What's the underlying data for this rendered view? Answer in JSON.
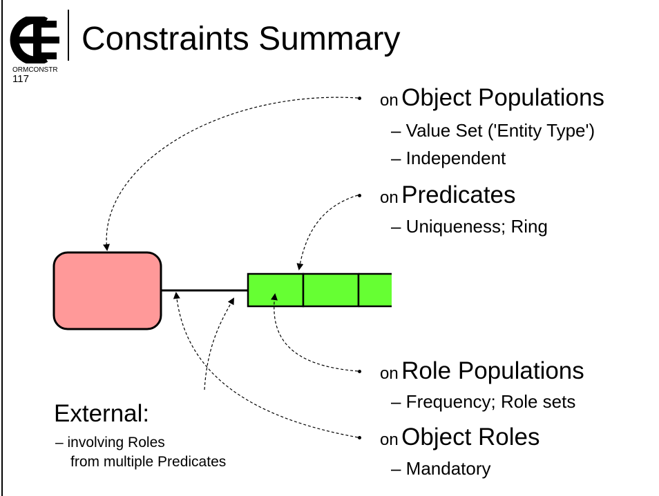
{
  "slide": {
    "title": "Constraints Summary",
    "code": "ORMCONSTR",
    "number": "117"
  },
  "colors": {
    "object_type_fill": "#ff9999",
    "predicate_fill": "#66ff33",
    "line": "#000000"
  },
  "bullets": [
    {
      "on": "on",
      "heading": "Object Populations",
      "subs": [
        "– Value Set ('Entity Type')",
        "– Independent"
      ]
    },
    {
      "on": "on",
      "heading": "Predicates",
      "subs": [
        "– Uniqueness; Ring"
      ]
    },
    {
      "on": "on",
      "heading": "Role Populations",
      "subs": [
        "– Frequency; Role sets"
      ]
    },
    {
      "on": "on",
      "heading": "Object Roles",
      "subs": [
        "– Mandatory"
      ]
    }
  ],
  "external": {
    "heading": "External:",
    "line1": "– involving Roles",
    "line2": "from multiple Predicates"
  }
}
